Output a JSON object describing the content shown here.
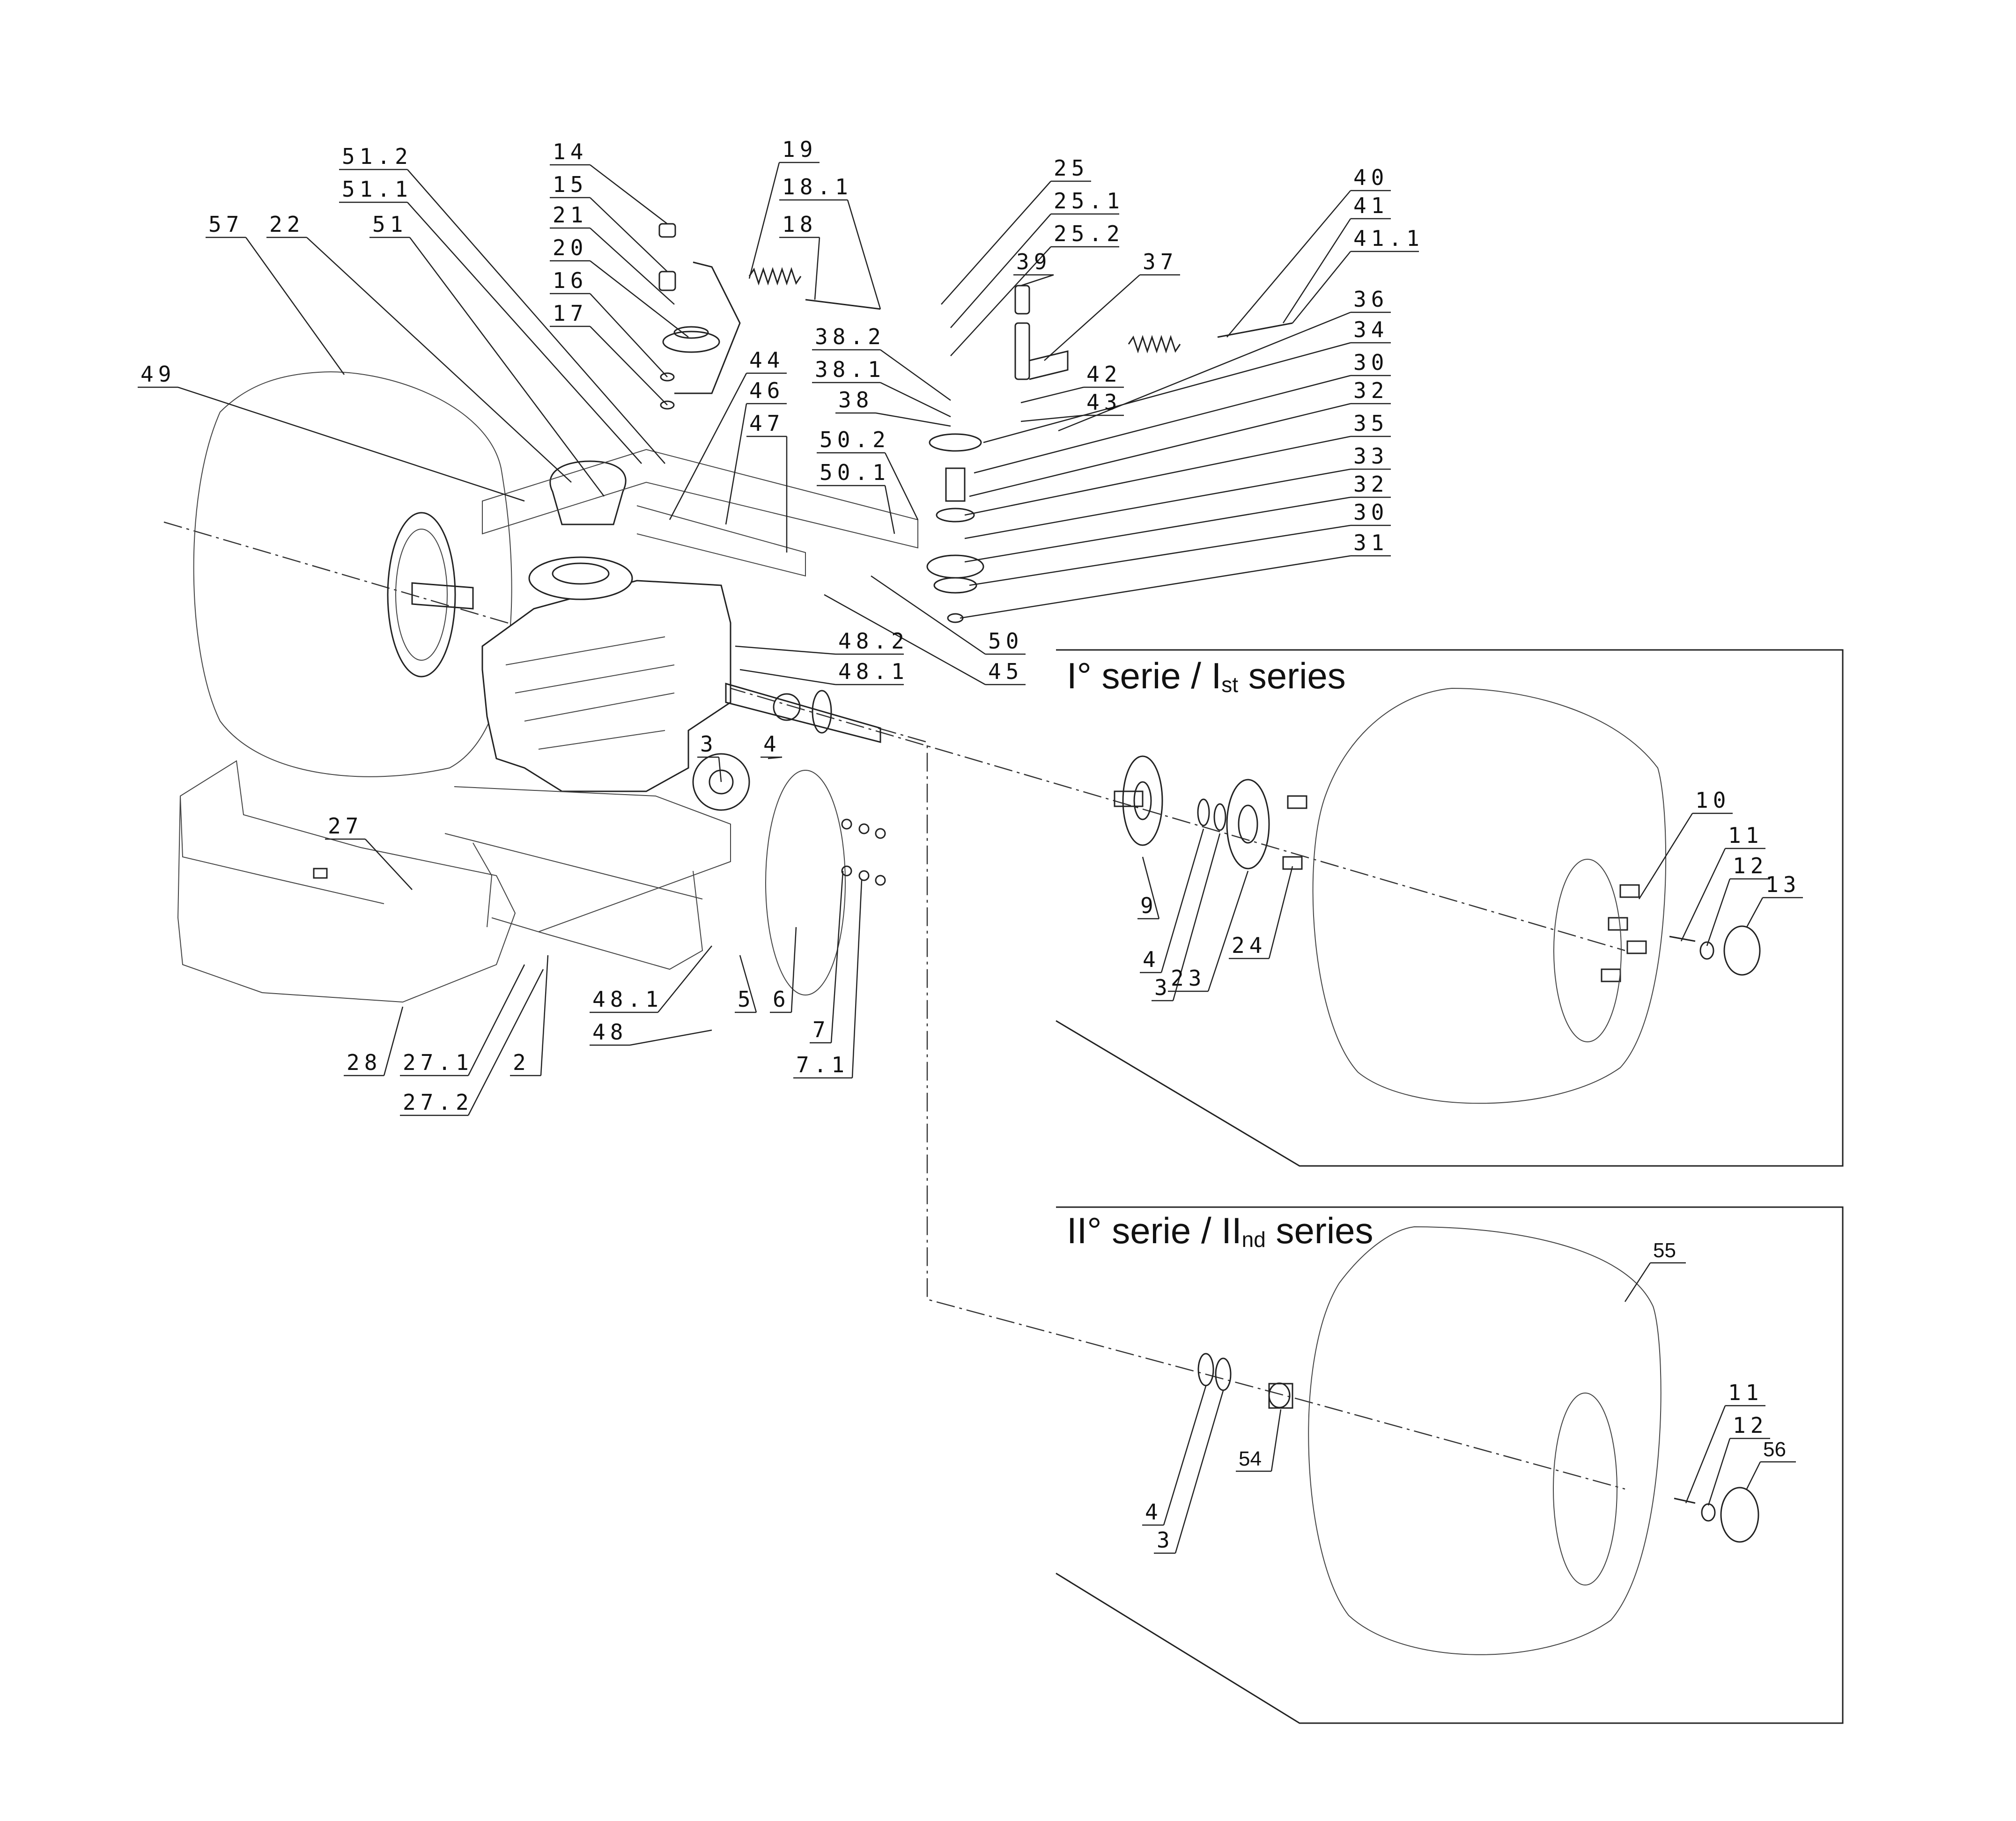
{
  "section_1": {
    "title_main": "I° serie / I",
    "title_sub": "st",
    "title_end": " series"
  },
  "section_2": {
    "title_main": "II° serie / II",
    "title_sub": "nd",
    "title_end": " series"
  },
  "labels": {
    "l57": "57",
    "l22": "22",
    "l51": "51",
    "l51_1": "51.1",
    "l51_2": "51.2",
    "l14": "14",
    "l15": "15",
    "l21": "21",
    "l20": "20",
    "l16": "16",
    "l17": "17",
    "l19": "19",
    "l18_1": "18.1",
    "l18": "18",
    "l25": "25",
    "l25_1": "25.1",
    "l25_2": "25.2",
    "l39": "39",
    "l37": "37",
    "l40": "40",
    "l41": "41",
    "l41_1": "41.1",
    "l36": "36",
    "l34": "34",
    "l30a": "30",
    "l32a": "32",
    "l35": "35",
    "l33": "33",
    "l32b": "32",
    "l30b": "30",
    "l31": "31",
    "l38_2": "38.2",
    "l38_1": "38.1",
    "l38": "38",
    "l42": "42",
    "l43": "43",
    "l50_2": "50.2",
    "l50_1": "50.1",
    "l50": "50",
    "l45": "45",
    "l44": "44",
    "l46": "46",
    "l47": "47",
    "l49": "49",
    "l48_2": "48.2",
    "l48_1a": "48.1",
    "l3a": "3",
    "l4a": "4",
    "l27": "27",
    "l28": "28",
    "l27_1": "27.1",
    "l27_2": "27.2",
    "l2": "2",
    "l48_1b": "48.1",
    "l48": "48",
    "l5": "5",
    "l6": "6",
    "l7": "7",
    "l7_1": "7.1",
    "l9": "9",
    "l4b": "4",
    "l3b": "3",
    "l23": "23",
    "l24": "24",
    "l10": "10",
    "l11a": "11",
    "l12a": "12",
    "l13": "13",
    "l55": "55",
    "l54": "54",
    "l4c": "4",
    "l3c": "3",
    "l11b": "11",
    "l12b": "12",
    "l56": "56"
  }
}
